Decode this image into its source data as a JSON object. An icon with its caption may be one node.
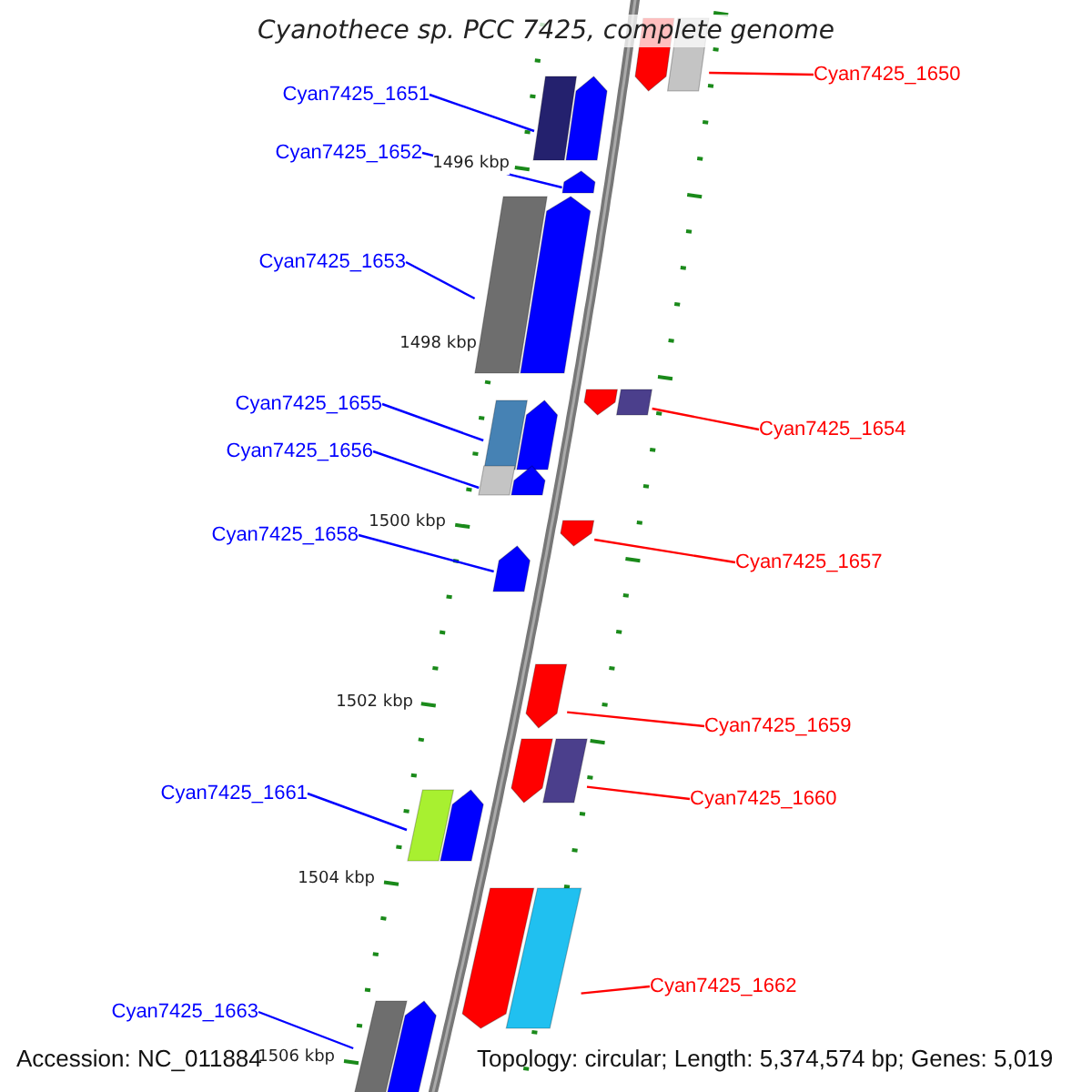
{
  "diagram": {
    "title": "Cyanothece sp. PCC 7425, complete genome",
    "nodes": [
      {
        "text": [
          "Cyan7425_1650"
        ]
      },
      {
        "text": [],
        "shape": "bar"
      },
      {
        "text": [
          "Cyan7425_1651"
        ]
      },
      {
        "text": [],
        "shape": "bar"
      },
      {
        "text": [
          "Cyan7425_1652"
        ]
      },
      {
        "text": [],
        "shape": "arrow"
      },
      {
        "text": [
          "Cyan7425_1653"
        ]
      },
      {
        "text": [],
        "shape": "bar"
      },
      {
        "text": [
          "Cyan7425_1654"
        ]
      },
      {
        "text": [],
        "shape": "bar"
      },
      {
        "text": [
          "Cyan7425_1655"
        ]
      },
      {
        "text": [],
        "shape": "bar"
      },
      {
        "text": [
          "Cyan7425_1656"
        ]
      },
      {
        "text": [],
        "shape": "bar"
      },
      {
        "text": [
          "Cyan7425_1657"
        ]
      },
      {
        "text": [],
        "shape": "arrow"
      },
      {
        "text": [
          "Cyan7425_1658"
        ]
      },
      {
        "text": [],
        "shape": "arrow"
      },
      {
        "text": [
          "Cyan7425_1659"
        ]
      },
      {
        "text": [],
        "shape": "arrow"
      },
      {
        "text": [
          "Cyan7425_1660"
        ]
      },
      {
        "text": [],
        "shape": "bar"
      },
      {
        "text": [
          "Cyan7425_1661"
        ]
      },
      {
        "text": [],
        "shape": "bar"
      },
      {
        "text": [
          "Cyan7425_1662"
        ]
      },
      {
        "text": [],
        "shape": "bar"
      },
      {
        "text": [
          "Cyan7425_1663"
        ]
      },
      {
        "text": [],
        "shape": "bar"
      }
    ],
    "edges": [
      {
        "from": 0,
        "to": 1,
        "arrow": "none",
        "color": "#ff0000"
      },
      {
        "from": 2,
        "to": 3,
        "arrow": "none"
      },
      {
        "from": 4,
        "to": 5,
        "arrow": "none"
      },
      {
        "from": 6,
        "to": 7,
        "arrow": "none"
      },
      {
        "from": 8,
        "to": 9,
        "arrow": "none",
        "color": "#ff0000"
      },
      {
        "from": 10,
        "to": 11,
        "arrow": "none"
      },
      {
        "from": 12,
        "to": 13,
        "arrow": "none"
      },
      {
        "from": 14,
        "to": 15,
        "arrow": "none",
        "color": "#ff0000"
      },
      {
        "from": 16,
        "to": 17,
        "arrow": "none"
      },
      {
        "from": 18,
        "to": 19,
        "arrow": "none",
        "color": "#ff0000"
      },
      {
        "from": 20,
        "to": 21,
        "arrow": "none",
        "color": "#ff0000"
      },
      {
        "from": 22,
        "to": 23,
        "arrow": "none"
      },
      {
        "from": 24,
        "to": 25,
        "arrow": "none",
        "color": "#ff0000"
      },
      {
        "from": 26,
        "to": 27,
        "arrow": "none"
      }
    ],
    "labels": [
      "1496 kbp",
      "1498 kbp",
      "1500 kbp",
      "1502 kbp",
      "1504 kbp",
      "1506 kbp",
      "Accession: NC_011884",
      "Topology: circular; Length: 5,374,574 bp; Genes: 5,019"
    ]
  }
}
